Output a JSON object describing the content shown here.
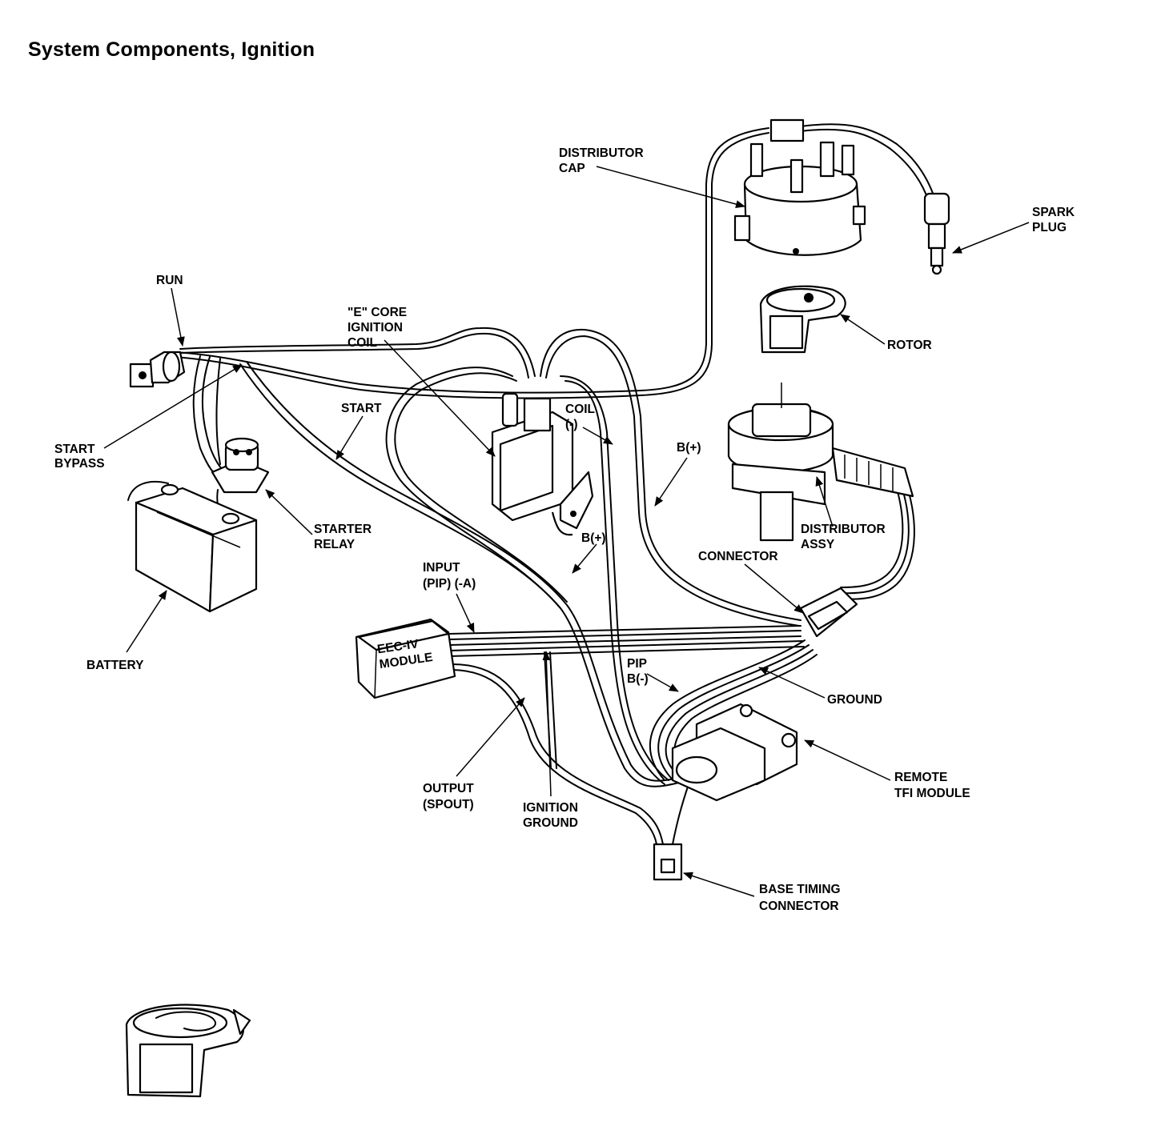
{
  "title": "System Components, Ignition",
  "labels": {
    "distributor_cap": [
      "DISTRIBUTOR",
      "CAP"
    ],
    "spark_plug": [
      "SPARK",
      "PLUG"
    ],
    "rotor": [
      "ROTOR"
    ],
    "run": [
      "RUN"
    ],
    "e_core_coil": [
      "\"E\" CORE",
      "IGNITION",
      "COIL"
    ],
    "start": [
      "START"
    ],
    "coil_neg": [
      "COIL",
      "(-)"
    ],
    "b_plus_right": [
      "B(+)"
    ],
    "start_bypass": [
      "START",
      "BYPASS"
    ],
    "starter_relay": [
      "STARTER",
      "RELAY"
    ],
    "b_plus_center": [
      "B(+)"
    ],
    "distributor_assy": [
      "DISTRIBUTOR",
      "ASSY"
    ],
    "connector": [
      "CONNECTOR"
    ],
    "input_pip": [
      "INPUT",
      "(PIP) (-A)"
    ],
    "battery": [
      "BATTERY"
    ],
    "eec_module": [
      "EEC-IV",
      "MODULE"
    ],
    "pip_b_neg": [
      "PIP",
      "B(-)"
    ],
    "ground": [
      "GROUND"
    ],
    "remote_tfi": [
      "REMOTE",
      "TFI MODULE"
    ],
    "output_spout": [
      "OUTPUT",
      "(SPOUT)"
    ],
    "ignition_ground": [
      "IGNITION",
      "GROUND"
    ],
    "base_timing": [
      "BASE TIMING",
      "CONNECTOR"
    ]
  }
}
